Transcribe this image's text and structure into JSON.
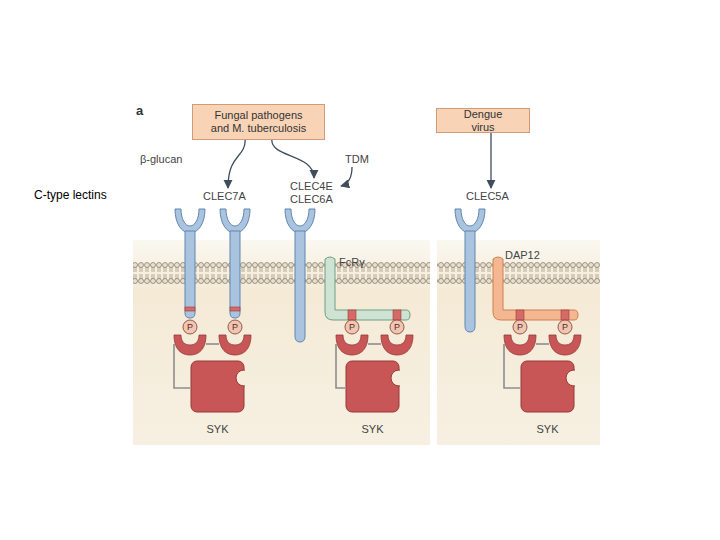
{
  "diagram": {
    "nodes": [
      {
        "text": [
          "Fungal pathogens and M. tuberculosis"
        ]
      },
      {
        "text": [
          "Dengue virus"
        ]
      },
      {
        "text": [
          "CLEC7A"
        ]
      },
      {
        "text": [
          "CLEC4E CLEC6A"
        ]
      },
      {
        "text": [
          "CLEC5A"
        ]
      },
      {
        "text": [
          "SYK"
        ]
      },
      {
        "text": [
          "SYK"
        ]
      },
      {
        "text": [
          "SYK"
        ]
      }
    ],
    "edges": [
      {
        "from": 0,
        "to": 2,
        "label": "β-glucan",
        "arrow": "to"
      },
      {
        "from": 0,
        "to": 3,
        "arrow": "to"
      },
      {
        "from": 1,
        "to": 4,
        "arrow": "to"
      }
    ],
    "labels": [
      "a",
      "C-type lectins",
      "TDM",
      "FcRγ",
      "DAP12",
      "P",
      "P",
      "P",
      "P",
      "P",
      "P"
    ]
  }
}
